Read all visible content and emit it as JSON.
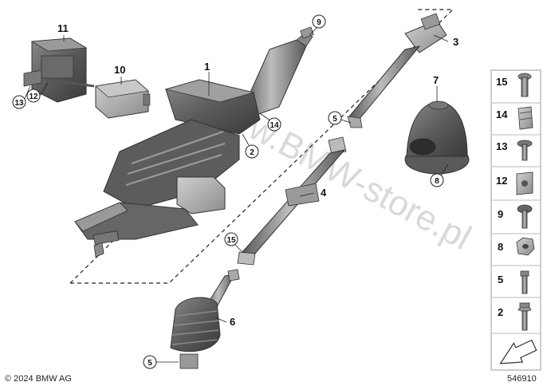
{
  "watermark": "www.BMW-store.pl",
  "copyright": "© 2024 BMW AG",
  "diagram_id": "546910",
  "callouts": {
    "p1": "1",
    "p2": "2",
    "p3": "3",
    "p4": "4",
    "p5a": "5",
    "p5b": "5",
    "p6": "6",
    "p7": "7",
    "p8": "8",
    "p9": "9",
    "p10": "10",
    "p11": "11",
    "p12": "12",
    "p13": "13",
    "p14": "14",
    "p15": "15"
  },
  "legend": [
    "15",
    "14",
    "13",
    "12",
    "9",
    "8",
    "5",
    "2"
  ],
  "colors": {
    "part_dark": "#4d4d4d",
    "part_mid": "#7a7a7a",
    "part_light": "#b5b5b5",
    "watermark": "#d9d9d9"
  }
}
